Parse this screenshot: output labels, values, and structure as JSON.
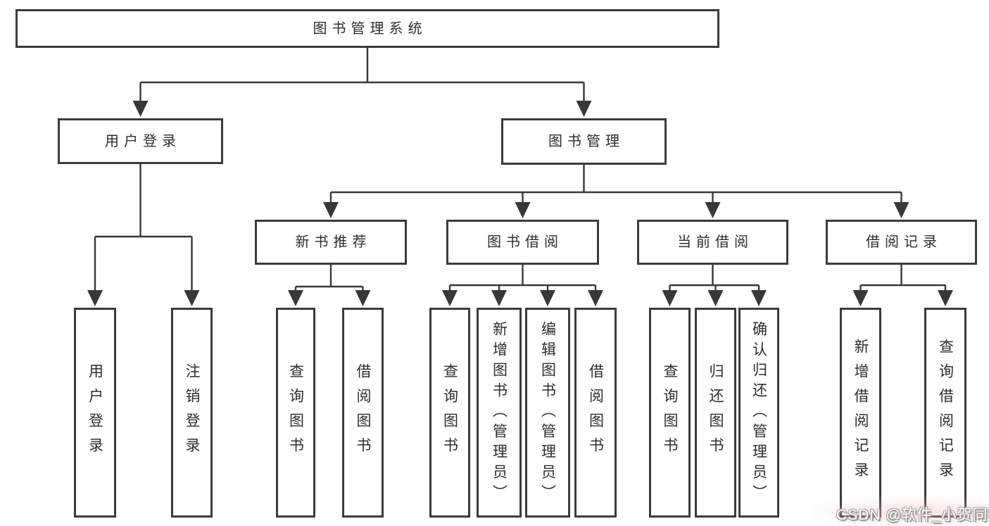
{
  "diagram": {
    "root": {
      "label": "图书管理系统"
    },
    "branches": [
      {
        "label": "用户登录",
        "children": [
          {
            "label": "用户登录"
          },
          {
            "label": "注销登录"
          }
        ]
      },
      {
        "label": "图书管理",
        "children": [
          {
            "label": "新书推荐",
            "children": [
              {
                "label": "查询图书"
              },
              {
                "label": "借阅图书"
              }
            ]
          },
          {
            "label": "图书借阅",
            "children": [
              {
                "label": "查询图书"
              },
              {
                "label": "新增图书（管理员）"
              },
              {
                "label": "编辑图书（管理员）"
              },
              {
                "label": "借阅图书"
              }
            ]
          },
          {
            "label": "当前借阅",
            "children": [
              {
                "label": "查询图书"
              },
              {
                "label": "归还图书"
              },
              {
                "label": "确认归还（管理员）"
              }
            ]
          },
          {
            "label": "借阅记录",
            "children": [
              {
                "label": "新增借阅记录"
              },
              {
                "label": "查询借阅记录"
              }
            ]
          }
        ]
      }
    ]
  },
  "watermark": {
    "text": "CSDN @软件_小贺同学"
  },
  "colors": {
    "line": "#383838",
    "box_border": "#3b3b3b",
    "text": "#2d2d2d",
    "background": "#ffffff",
    "watermark_text": "#ffffff",
    "watermark_glow": "#ecaaaa"
  }
}
